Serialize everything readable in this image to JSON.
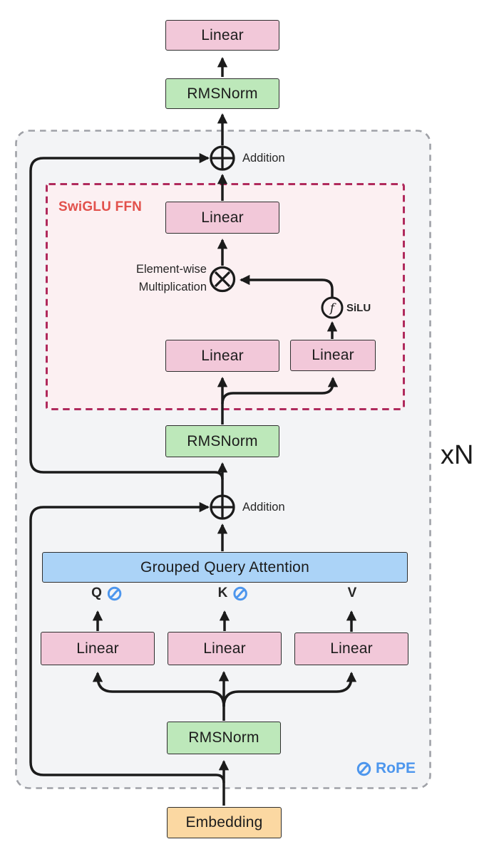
{
  "diagram": {
    "repeat_label": "xN",
    "output_head": {
      "linear": "Linear",
      "rmsnorm": "RMSNorm"
    },
    "transformer_block": {
      "ffn_addition_label": "Addition",
      "attn_addition_label": "Addition",
      "swiglu_ffn": {
        "title": "SwiGLU FFN",
        "out_linear": "Linear",
        "gate_linear": "Linear",
        "up_linear": "Linear",
        "elementwise_label_line1": "Element-wise",
        "elementwise_label_line2": "Multiplication",
        "silu_label": "SiLU",
        "silu_symbol": "f"
      },
      "ffn_rmsnorm": "RMSNorm",
      "attention": {
        "gqa": "Grouped Query Attention",
        "q_label": "Q",
        "k_label": "K",
        "v_label": "V",
        "q_linear": "Linear",
        "k_linear": "Linear",
        "v_linear": "Linear"
      },
      "attn_rmsnorm": "RMSNorm",
      "rope_label": "RoPE"
    },
    "embedding": "Embedding"
  },
  "colors": {
    "linear_pink": "#F2C8D9",
    "norm_green": "#BDE8BA",
    "attention_blue": "#ABD3F7",
    "embedding_orange": "#FBD8A2",
    "block_panel_bg": "#F3F4F6",
    "block_panel_border": "#9FA1A7",
    "ffn_panel_bg": "#FCF0F2",
    "ffn_panel_border": "#B02A5C",
    "swiglu_label_red": "#E2514C",
    "rope_blue": "#4D96ED",
    "wire_black": "#1B1B1B"
  }
}
